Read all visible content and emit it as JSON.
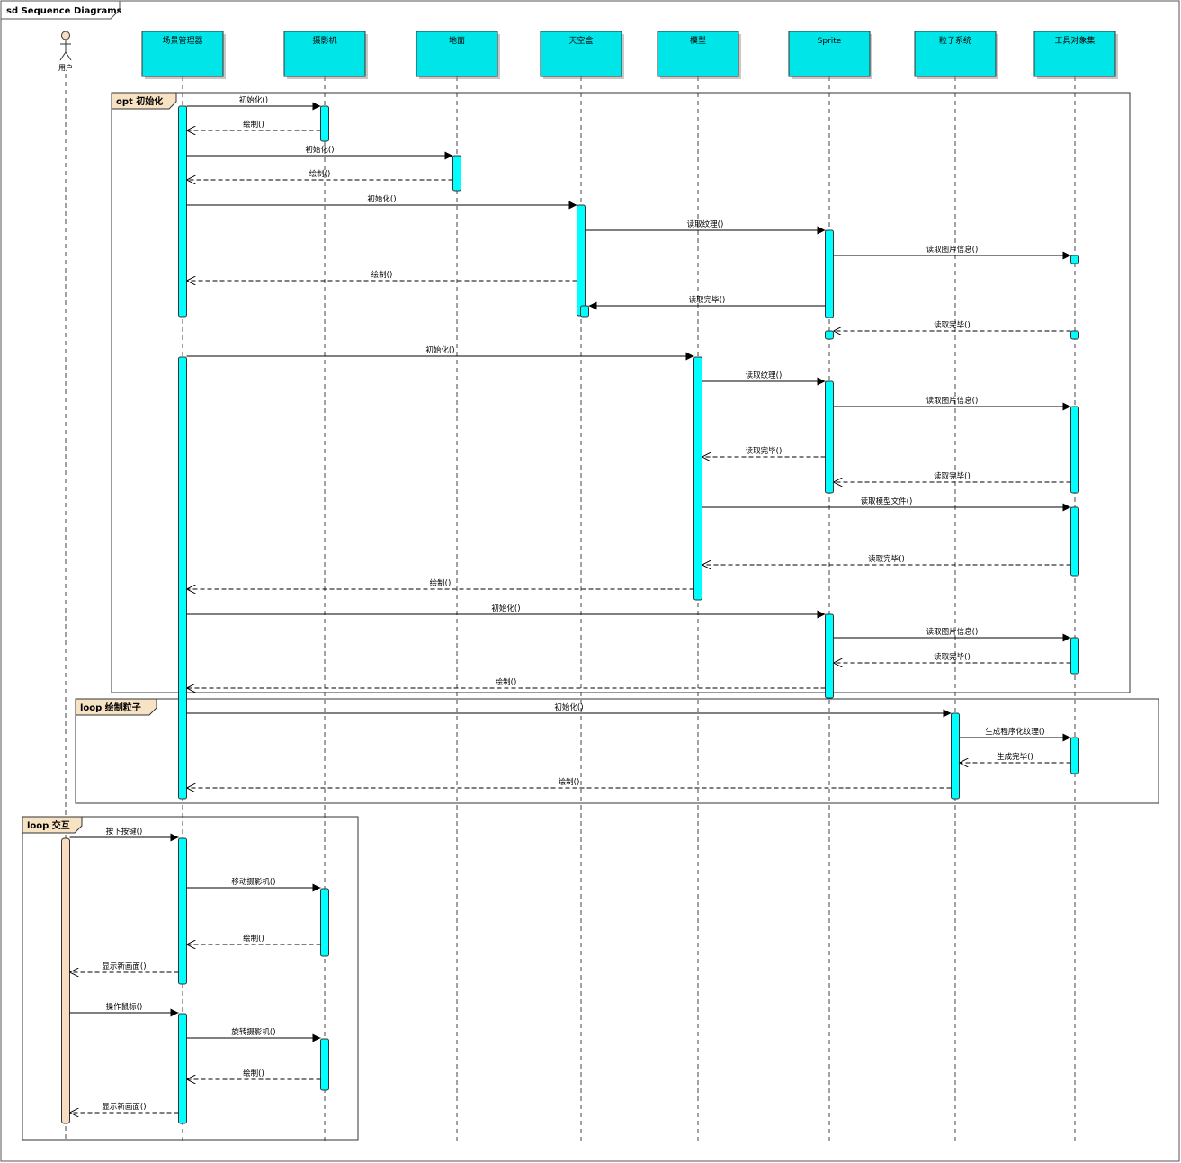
{
  "frame": {
    "title": "sd Sequence Diagrams"
  },
  "colors": {
    "lifeline_fill": "#00E5E8",
    "activation_fill": "#00FFFF",
    "fragment_tag": "#F7E3C3",
    "user_bar": "#F7DDBE",
    "actor_head": "#F5DEC2",
    "stroke": "#000000"
  },
  "actor": {
    "label": "用户"
  },
  "lifelines": [
    {
      "id": "scene",
      "label": "场景管理器"
    },
    {
      "id": "camera",
      "label": "摄影机"
    },
    {
      "id": "ground",
      "label": "地面"
    },
    {
      "id": "skybox",
      "label": "天空盒"
    },
    {
      "id": "model",
      "label": "模型"
    },
    {
      "id": "sprite",
      "label": "Sprite"
    },
    {
      "id": "particle",
      "label": "粒子系统"
    },
    {
      "id": "toolset",
      "label": "工具对象集"
    }
  ],
  "fragments": [
    {
      "kind": "opt",
      "label": "opt 初始化"
    },
    {
      "kind": "loop",
      "label": "loop 绘制粒子"
    },
    {
      "kind": "loop",
      "label": "loop 交互"
    }
  ],
  "messages": [
    {
      "from": "scene",
      "to": "camera",
      "label": "初始化()",
      "type": "sync"
    },
    {
      "from": "camera",
      "to": "scene",
      "label": "绘制()",
      "type": "return"
    },
    {
      "from": "scene",
      "to": "ground",
      "label": "初始化()",
      "type": "sync"
    },
    {
      "from": "ground",
      "to": "scene",
      "label": "绘制()",
      "type": "return"
    },
    {
      "from": "scene",
      "to": "skybox",
      "label": "初始化()",
      "type": "sync"
    },
    {
      "from": "skybox",
      "to": "sprite",
      "label": "读取纹理()",
      "type": "sync"
    },
    {
      "from": "sprite",
      "to": "toolset",
      "label": "读取图片信息()",
      "type": "sync"
    },
    {
      "from": "skybox",
      "to": "scene",
      "label": "绘制()",
      "type": "return"
    },
    {
      "from": "sprite",
      "to": "skybox",
      "label": "读取完毕()",
      "type": "sync"
    },
    {
      "from": "toolset",
      "to": "sprite",
      "label": "读取完毕()",
      "type": "return"
    },
    {
      "from": "scene",
      "to": "model",
      "label": "初始化()",
      "type": "sync"
    },
    {
      "from": "model",
      "to": "sprite",
      "label": "读取纹理()",
      "type": "sync"
    },
    {
      "from": "sprite",
      "to": "toolset",
      "label": "读取图片信息()",
      "type": "sync"
    },
    {
      "from": "sprite",
      "to": "model",
      "label": "读取完毕()",
      "type": "return"
    },
    {
      "from": "toolset",
      "to": "sprite",
      "label": "读取完毕()",
      "type": "return"
    },
    {
      "from": "model",
      "to": "toolset",
      "label": "读取模型文件()",
      "type": "sync"
    },
    {
      "from": "toolset",
      "to": "model",
      "label": "读取完毕()",
      "type": "return"
    },
    {
      "from": "model",
      "to": "scene",
      "label": "绘制()",
      "type": "return"
    },
    {
      "from": "scene",
      "to": "sprite",
      "label": "初始化()",
      "type": "sync"
    },
    {
      "from": "sprite",
      "to": "toolset",
      "label": "读取图片信息()",
      "type": "sync"
    },
    {
      "from": "toolset",
      "to": "sprite",
      "label": "读取完毕()",
      "type": "return"
    },
    {
      "from": "sprite",
      "to": "scene",
      "label": "绘制()",
      "type": "return"
    },
    {
      "from": "scene",
      "to": "particle",
      "label": "初始化()",
      "type": "sync"
    },
    {
      "from": "particle",
      "to": "toolset",
      "label": "生成程序化纹理()",
      "type": "sync"
    },
    {
      "from": "toolset",
      "to": "particle",
      "label": "生成完毕()",
      "type": "return"
    },
    {
      "from": "particle",
      "to": "scene",
      "label": "绘制()",
      "type": "return"
    },
    {
      "from": "user",
      "to": "scene",
      "label": "按下按键()",
      "type": "sync"
    },
    {
      "from": "scene",
      "to": "camera",
      "label": "移动摄影机()",
      "type": "sync"
    },
    {
      "from": "camera",
      "to": "scene",
      "label": "绘制()",
      "type": "return"
    },
    {
      "from": "scene",
      "to": "user",
      "label": "显示新画面()",
      "type": "return"
    },
    {
      "from": "user",
      "to": "scene",
      "label": "操作鼠标()",
      "type": "sync"
    },
    {
      "from": "scene",
      "to": "camera",
      "label": "旋转摄影机()",
      "type": "sync"
    },
    {
      "from": "camera",
      "to": "scene",
      "label": "绘制()",
      "type": "return"
    },
    {
      "from": "scene",
      "to": "user",
      "label": "显示新画面()",
      "type": "return"
    }
  ]
}
